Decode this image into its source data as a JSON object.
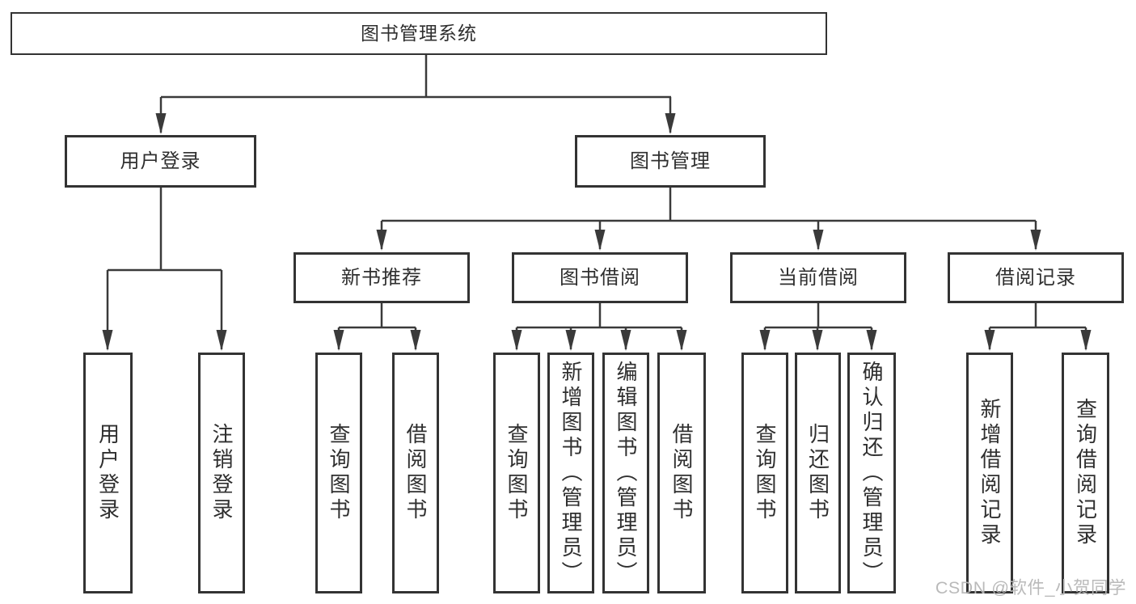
{
  "diagram": {
    "type": "hierarchy-tree",
    "colors": {
      "background": "#ffffff",
      "line": "#3a3a3a",
      "box_border": "#333333",
      "text": "#2f2f2f",
      "watermark_text": "#b6b6b6"
    },
    "nodes": {
      "root": {
        "label": "图书管理系统"
      },
      "user_login": {
        "label": "用户登录"
      },
      "book_management": {
        "label": "图书管理"
      },
      "new_book_recommendation": {
        "label": "新书推荐"
      },
      "book_borrowing": {
        "label": "图书借阅"
      },
      "current_borrowing": {
        "label": "当前借阅"
      },
      "borrowing_records": {
        "label": "借阅记录"
      },
      "leaves": {
        "user_login": {
          "label": "用户登录"
        },
        "logout": {
          "label": "注销登录"
        },
        "recommend_query_books": {
          "label": "查询图书"
        },
        "recommend_borrow_books": {
          "label": "借阅图书"
        },
        "borrowing_query_books": {
          "label": "查询图书"
        },
        "borrowing_add_books_admin": {
          "label": "新增图书（管理员）"
        },
        "borrowing_edit_books_admin": {
          "label": "编辑图书（管理员）"
        },
        "borrowing_borrow_books": {
          "label": "借阅图书"
        },
        "current_query_books": {
          "label": "查询图书"
        },
        "current_return_books": {
          "label": "归还图书"
        },
        "current_confirm_return_admin": {
          "label": "确认归还（管理员）"
        },
        "records_add_record": {
          "label": "新增借阅记录"
        },
        "records_query_record": {
          "label": "查询借阅记录"
        }
      }
    },
    "edges": [
      {
        "from": "图书管理系统",
        "to": [
          "用户登录",
          "图书管理"
        ]
      },
      {
        "from": "用户登录",
        "to": [
          "用户登录",
          "注销登录"
        ]
      },
      {
        "from": "图书管理",
        "to": [
          "新书推荐",
          "图书借阅",
          "当前借阅",
          "借阅记录"
        ]
      },
      {
        "from": "新书推荐",
        "to": [
          "查询图书",
          "借阅图书"
        ]
      },
      {
        "from": "图书借阅",
        "to": [
          "查询图书",
          "新增图书（管理员）",
          "编辑图书（管理员）",
          "借阅图书"
        ]
      },
      {
        "from": "当前借阅",
        "to": [
          "查询图书",
          "归还图书",
          "确认归还（管理员）"
        ]
      },
      {
        "from": "借阅记录",
        "to": [
          "新增借阅记录",
          "查询借阅记录"
        ]
      }
    ],
    "watermark": {
      "text": "CSDN @软件_小贺同学"
    }
  }
}
